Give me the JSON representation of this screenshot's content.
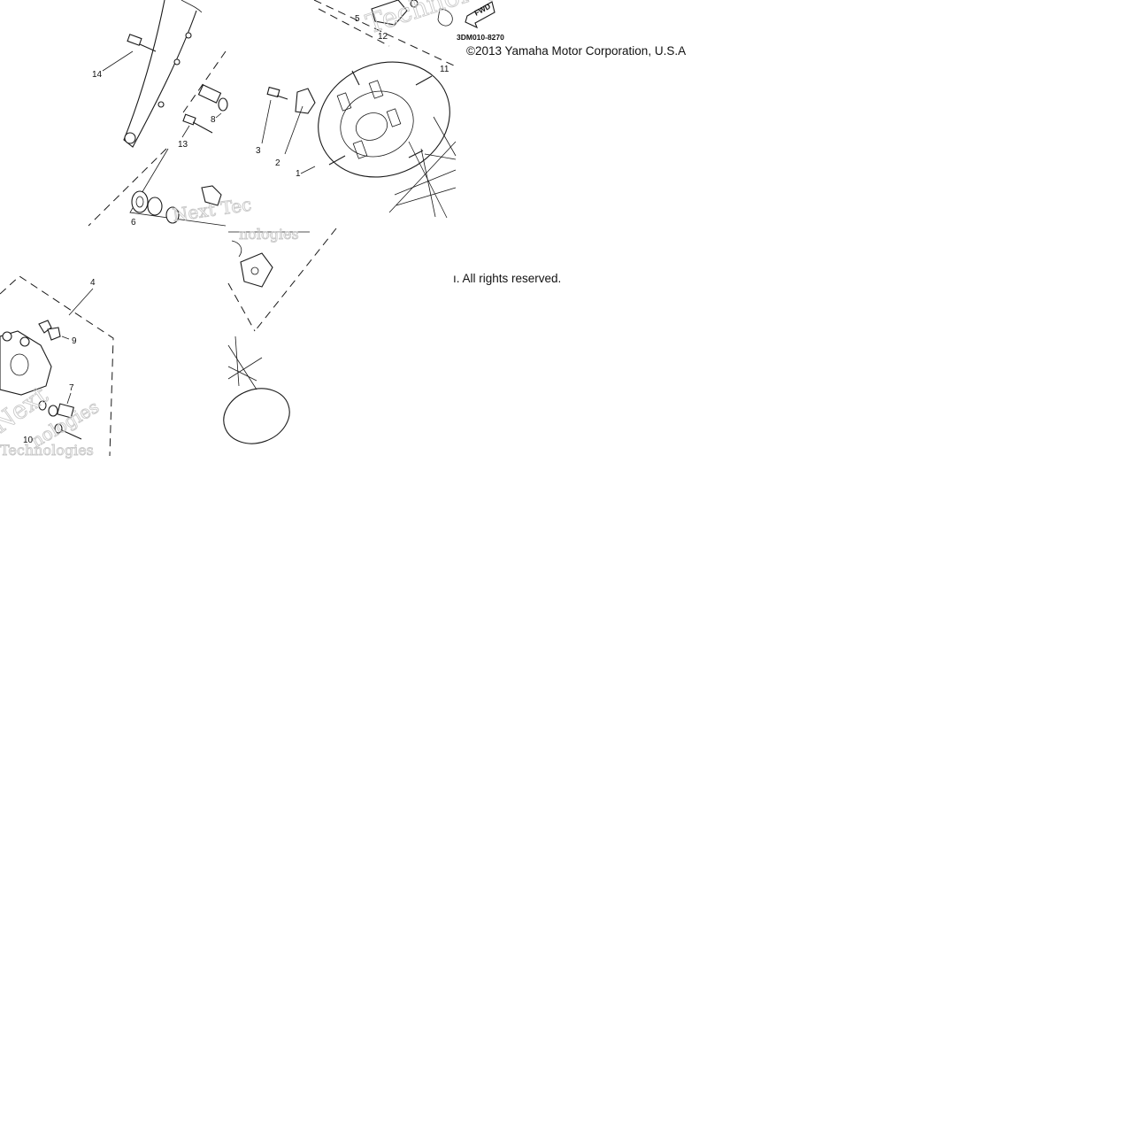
{
  "diagram": {
    "copyright_top": "©2013 Yamaha Motor Corporation, U.S.A",
    "copyright_bottom": "ı. All rights reserved.",
    "diagram_code": "3DM010-8270",
    "fwd_label": "FWD",
    "watermark_text": [
      "Technologies",
      "Next Tec",
      "nologies",
      "Next",
      "Technologies",
      "nologies"
    ],
    "callouts": [
      "14",
      "13",
      "8",
      "6",
      "5",
      "12",
      "11",
      "3",
      "2",
      "1",
      "4",
      "9",
      "7",
      "10"
    ]
  }
}
